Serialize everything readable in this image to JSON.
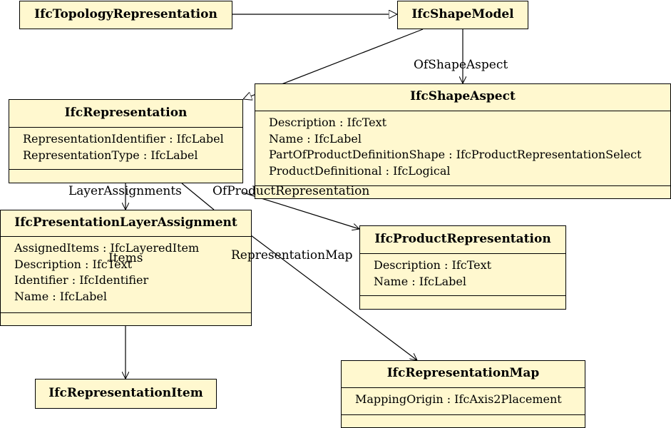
{
  "classes": {
    "topology_rep": {
      "title": "IfcTopologyRepresentation"
    },
    "shape_model": {
      "title": "IfcShapeModel"
    },
    "shape_aspect": {
      "title": "IfcShapeAspect",
      "attributes": [
        "Description : IfcText",
        "Name : IfcLabel",
        "PartOfProductDefinitionShape : IfcProductRepresentationSelect",
        "ProductDefinitional : IfcLogical"
      ]
    },
    "representation": {
      "title": "IfcRepresentation",
      "attributes": [
        "RepresentationIdentifier : IfcLabel",
        "RepresentationType : IfcLabel"
      ]
    },
    "layer_assignment": {
      "title": "IfcPresentationLayerAssignment",
      "attributes": [
        "AssignedItems : IfcLayeredItem",
        "Description : IfcText",
        "Identifier : IfcIdentifier",
        "Name : IfcLabel"
      ]
    },
    "product_rep": {
      "title": "IfcProductRepresentation",
      "attributes": [
        "Description : IfcText",
        "Name : IfcLabel"
      ]
    },
    "rep_item": {
      "title": "IfcRepresentationItem"
    },
    "rep_map": {
      "title": "IfcRepresentationMap",
      "attributes": [
        "MappingOrigin : IfcAxis2Placement"
      ]
    }
  },
  "edge_labels": {
    "of_shape_aspect": "OfShapeAspect",
    "layer_assignments": "LayerAssignments",
    "of_product_representation": "OfProductRepresentation",
    "items": "Items",
    "representation_map": "RepresentationMap"
  }
}
